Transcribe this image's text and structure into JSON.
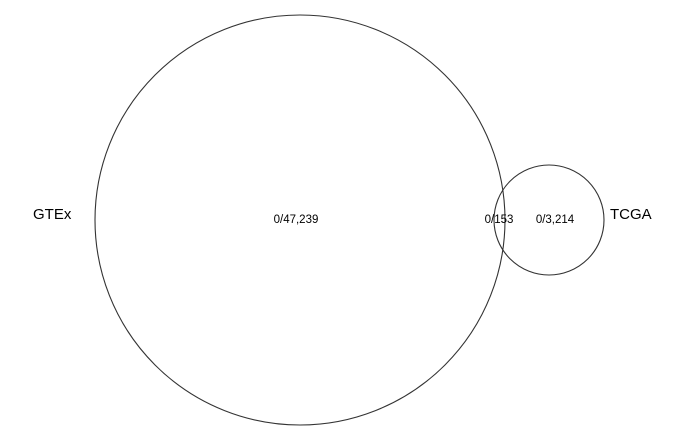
{
  "venn": {
    "stroke_color": "#333333",
    "text_color": "#000000",
    "sets": [
      {
        "id": "gtex",
        "label": "GTEx"
      },
      {
        "id": "tcga",
        "label": "TCGA"
      }
    ],
    "regions": {
      "gtex_only": "0/47,239",
      "intersection": "0/153",
      "tcga_only": "0/3,214"
    }
  }
}
